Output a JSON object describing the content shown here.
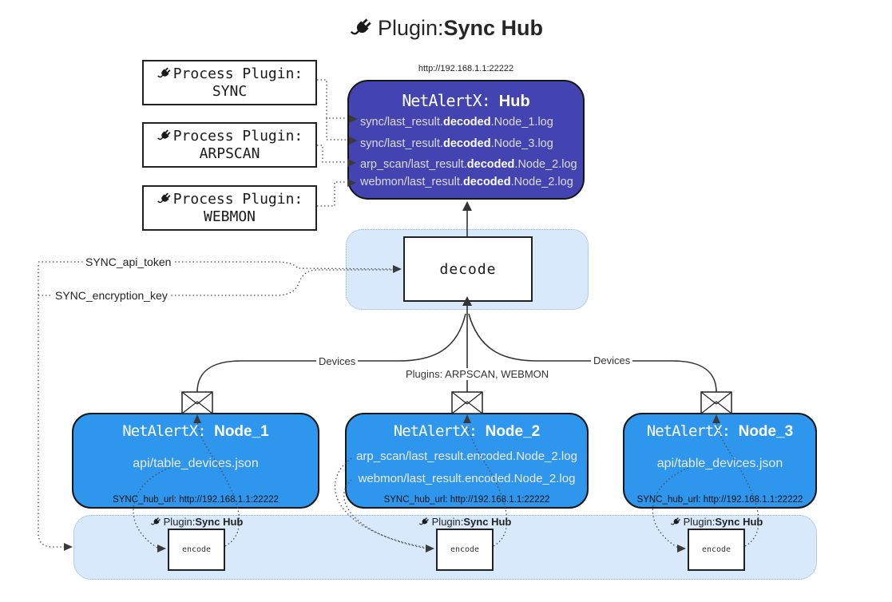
{
  "title": {
    "icon": "plug-icon",
    "prefix": "Plugin: ",
    "bold": "Sync Hub"
  },
  "hub": {
    "url": "http://192.168.1.1:22222",
    "title_mono": "NetAlertX: ",
    "title_bold": "Hub",
    "lines": [
      {
        "pre": "sync/last_result.",
        "bold": "decoded",
        "post": ".Node_1.log"
      },
      {
        "pre": "sync/last_result.",
        "bold": "decoded",
        "post": ".Node_3.log"
      },
      {
        "pre": "arp_scan/last_result.",
        "bold": "decoded",
        "post": ".Node_2.log"
      },
      {
        "pre": "webmon/last_result.",
        "bold": "decoded",
        "post": ".Node_2.log"
      }
    ]
  },
  "process_plugins": [
    {
      "line1": "Process Plugin:",
      "name": "SYNC"
    },
    {
      "line1": "Process Plugin:",
      "name": "ARPSCAN"
    },
    {
      "line1": "Process Plugin:",
      "name": "WEBMON"
    }
  ],
  "decode": {
    "label": "decode"
  },
  "keys": {
    "api_token": "SYNC_api_token",
    "encryption_key": "SYNC_encryption_key"
  },
  "edges": {
    "devices_left": "Devices",
    "devices_right": "Devices",
    "plugins_center": "Plugins: ARPSCAN, WEBMON"
  },
  "nodes": [
    {
      "title_mono": "NetAlertX: ",
      "title_bold": "Node_1",
      "lines": [
        "api/table_devices.json"
      ],
      "hub_url": "SYNC_hub_url: http://192.168.1.1:22222"
    },
    {
      "title_mono": "NetAlertX: ",
      "title_bold": "Node_2",
      "lines": [
        "arp_scan/last_result.encoded.Node_2.log",
        "webmon/last_result.encoded.Node_2.log"
      ],
      "hub_url": "SYNC_hub_url: http://192.168.1.1:22222"
    },
    {
      "title_mono": "NetAlertX: ",
      "title_bold": "Node_3",
      "lines": [
        "api/table_devices.json"
      ],
      "hub_url": "SYNC_hub_url: http://192.168.1.1:22222"
    }
  ],
  "encoders": [
    {
      "label_prefix": "Plugin: ",
      "label_bold": "Sync Hub",
      "box": "encode"
    },
    {
      "label_prefix": "Plugin: ",
      "label_bold": "Sync Hub",
      "box": "encode"
    },
    {
      "label_prefix": "Plugin: ",
      "label_bold": "Sync Hub",
      "box": "encode"
    }
  ],
  "colors": {
    "hub_fill": "#4343b2",
    "node_fill": "#2e96ed",
    "container_fill": "#d8e9fb",
    "container_border": "#8fb0d6",
    "solid_line": "#333333",
    "dotted_line": "#4a4a4a"
  }
}
